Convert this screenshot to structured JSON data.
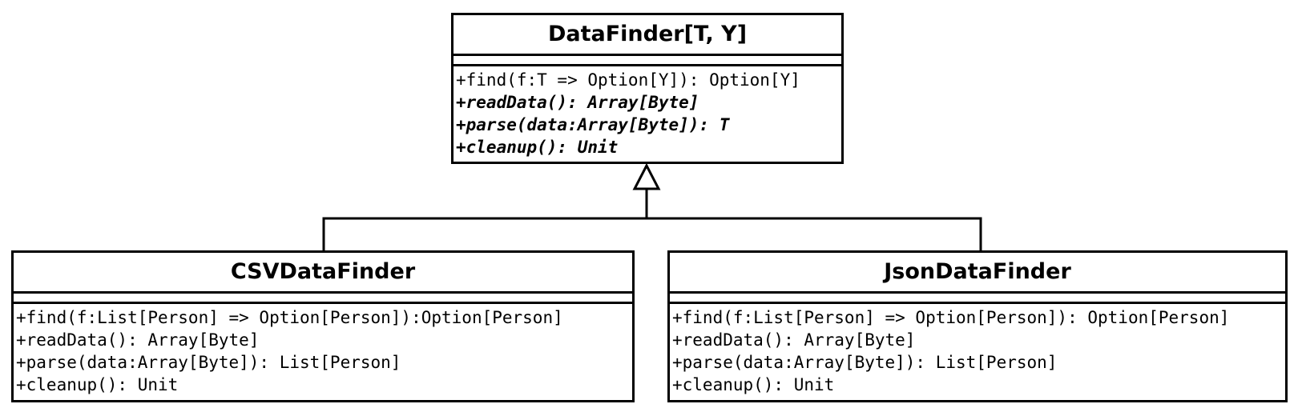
{
  "classes": {
    "base": {
      "name": "DataFinder[T, Y]",
      "operations": [
        {
          "text": "+find(f:T => Option[Y]): Option[Y]",
          "abstract": false
        },
        {
          "text": "+readData(): Array[Byte]",
          "abstract": true
        },
        {
          "text": "+parse(data:Array[Byte]): T",
          "abstract": true
        },
        {
          "text": "+cleanup(): Unit",
          "abstract": true
        }
      ]
    },
    "csv": {
      "name": "CSVDataFinder",
      "operations": [
        {
          "text": "+find(f:List[Person] => Option[Person]):Option[Person]",
          "abstract": false
        },
        {
          "text": "+readData(): Array[Byte]",
          "abstract": false
        },
        {
          "text": "+parse(data:Array[Byte]): List[Person]",
          "abstract": false
        },
        {
          "text": "+cleanup(): Unit",
          "abstract": false
        }
      ]
    },
    "json": {
      "name": "JsonDataFinder",
      "operations": [
        {
          "text": "+find(f:List[Person] => Option[Person]): Option[Person]",
          "abstract": false
        },
        {
          "text": "+readData(): Array[Byte]",
          "abstract": false
        },
        {
          "text": "+parse(data:Array[Byte]): List[Person]",
          "abstract": false
        },
        {
          "text": "+cleanup(): Unit",
          "abstract": false
        }
      ]
    }
  },
  "relationships": [
    {
      "type": "generalization",
      "from": "CSVDataFinder",
      "to": "DataFinder[T, Y]"
    },
    {
      "type": "generalization",
      "from": "JsonDataFinder",
      "to": "DataFinder[T, Y]"
    }
  ]
}
